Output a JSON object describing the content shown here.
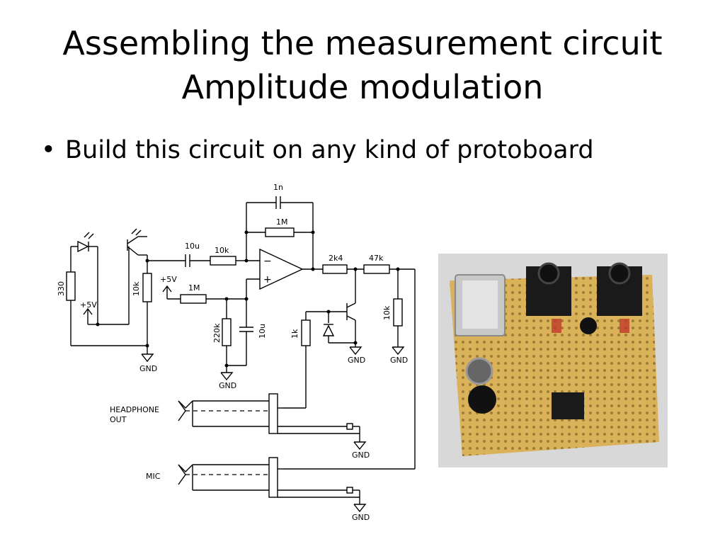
{
  "title": {
    "line1": "Assembling the measurement circuit",
    "line2": "Amplitude modulation"
  },
  "bullets": [
    {
      "glyph": "•",
      "text": "Build this circuit on any kind of protoboard"
    }
  ],
  "schematic": {
    "components": {
      "c_feedback": "1n",
      "r_feedback": "1M",
      "c_input": "10u",
      "r_input": "10k",
      "r_led": "330",
      "r_photo": "10k",
      "vcc_left": "+5V",
      "vcc_bias": "+5V",
      "r_bias": "1M",
      "r_bias_gnd": "220k",
      "c_bias": "10u",
      "r_out1": "2k4",
      "r_out2": "47k",
      "r_out_gnd": "10k",
      "r_base": "1k"
    },
    "opamp": {
      "minus": "−",
      "plus": "+"
    },
    "gnd_labels": [
      "GND",
      "GND",
      "GND",
      "GND",
      "GND",
      "GND"
    ],
    "jacks": {
      "headphone_line1": "HEADPHONE",
      "headphone_line2": "OUT",
      "mic": "MIC"
    }
  },
  "photo": {
    "colors": {
      "board": "#d9b25a",
      "hole": "#8a6a2a",
      "jack": "#1a1a1a",
      "background": "#d6d6d6"
    }
  }
}
